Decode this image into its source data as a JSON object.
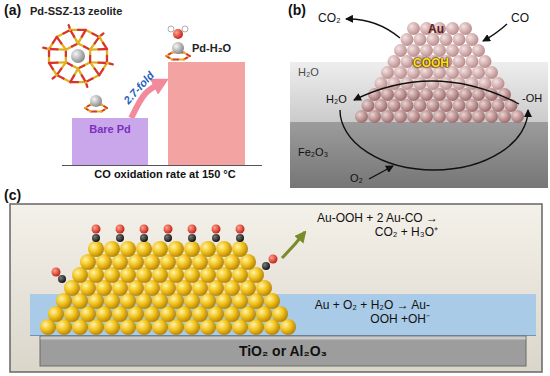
{
  "diagram": {
    "nodes": [
      {
        "text": [
          "Bare Pd"
        ]
      },
      {
        "text": [
          "Pd-H₂O"
        ]
      },
      {
        "text": [
          "H₂O"
        ]
      },
      {
        "text": [
          "Fe₂O₃"
        ]
      },
      {
        "text": [
          "Au",
          "COOH"
        ]
      },
      {
        "text": [
          "Au + O₂ + H₂O → Au-OOH +OH⁻"
        ]
      },
      {
        "text": [
          "TiO₂ or Al₂O₃"
        ]
      }
    ],
    "edges": [
      {
        "from": 0,
        "to": 1,
        "arrow": "to",
        "label": "2.7-fold"
      }
    ],
    "labels": [
      "(a)",
      "Pd-SSZ-13 zeolite",
      "CO oxidation rate at 150 °C",
      "(b)",
      "CO₂",
      "CO",
      "H₂O",
      "-OH",
      "O₂",
      "(c)",
      "Au-OOH + 2 Au-CO → CO₂ + H₃O⁺"
    ]
  }
}
